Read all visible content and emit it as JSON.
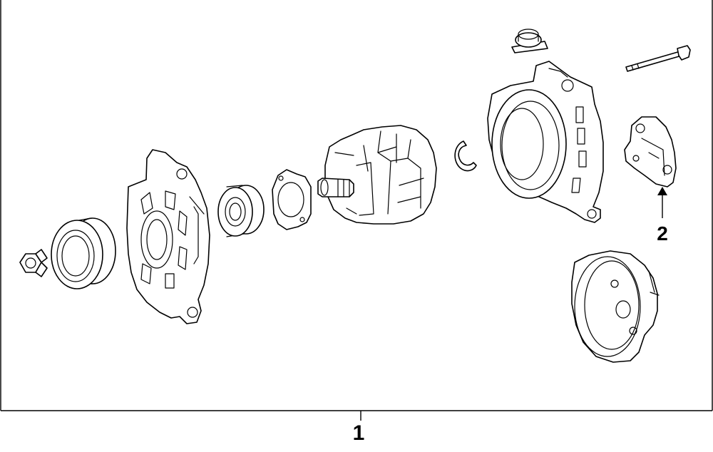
{
  "callouts": [
    {
      "id": "assembly",
      "label": "1"
    },
    {
      "id": "regulator",
      "label": "2"
    }
  ],
  "colors": {
    "line": "#000000",
    "background": "#ffffff"
  }
}
